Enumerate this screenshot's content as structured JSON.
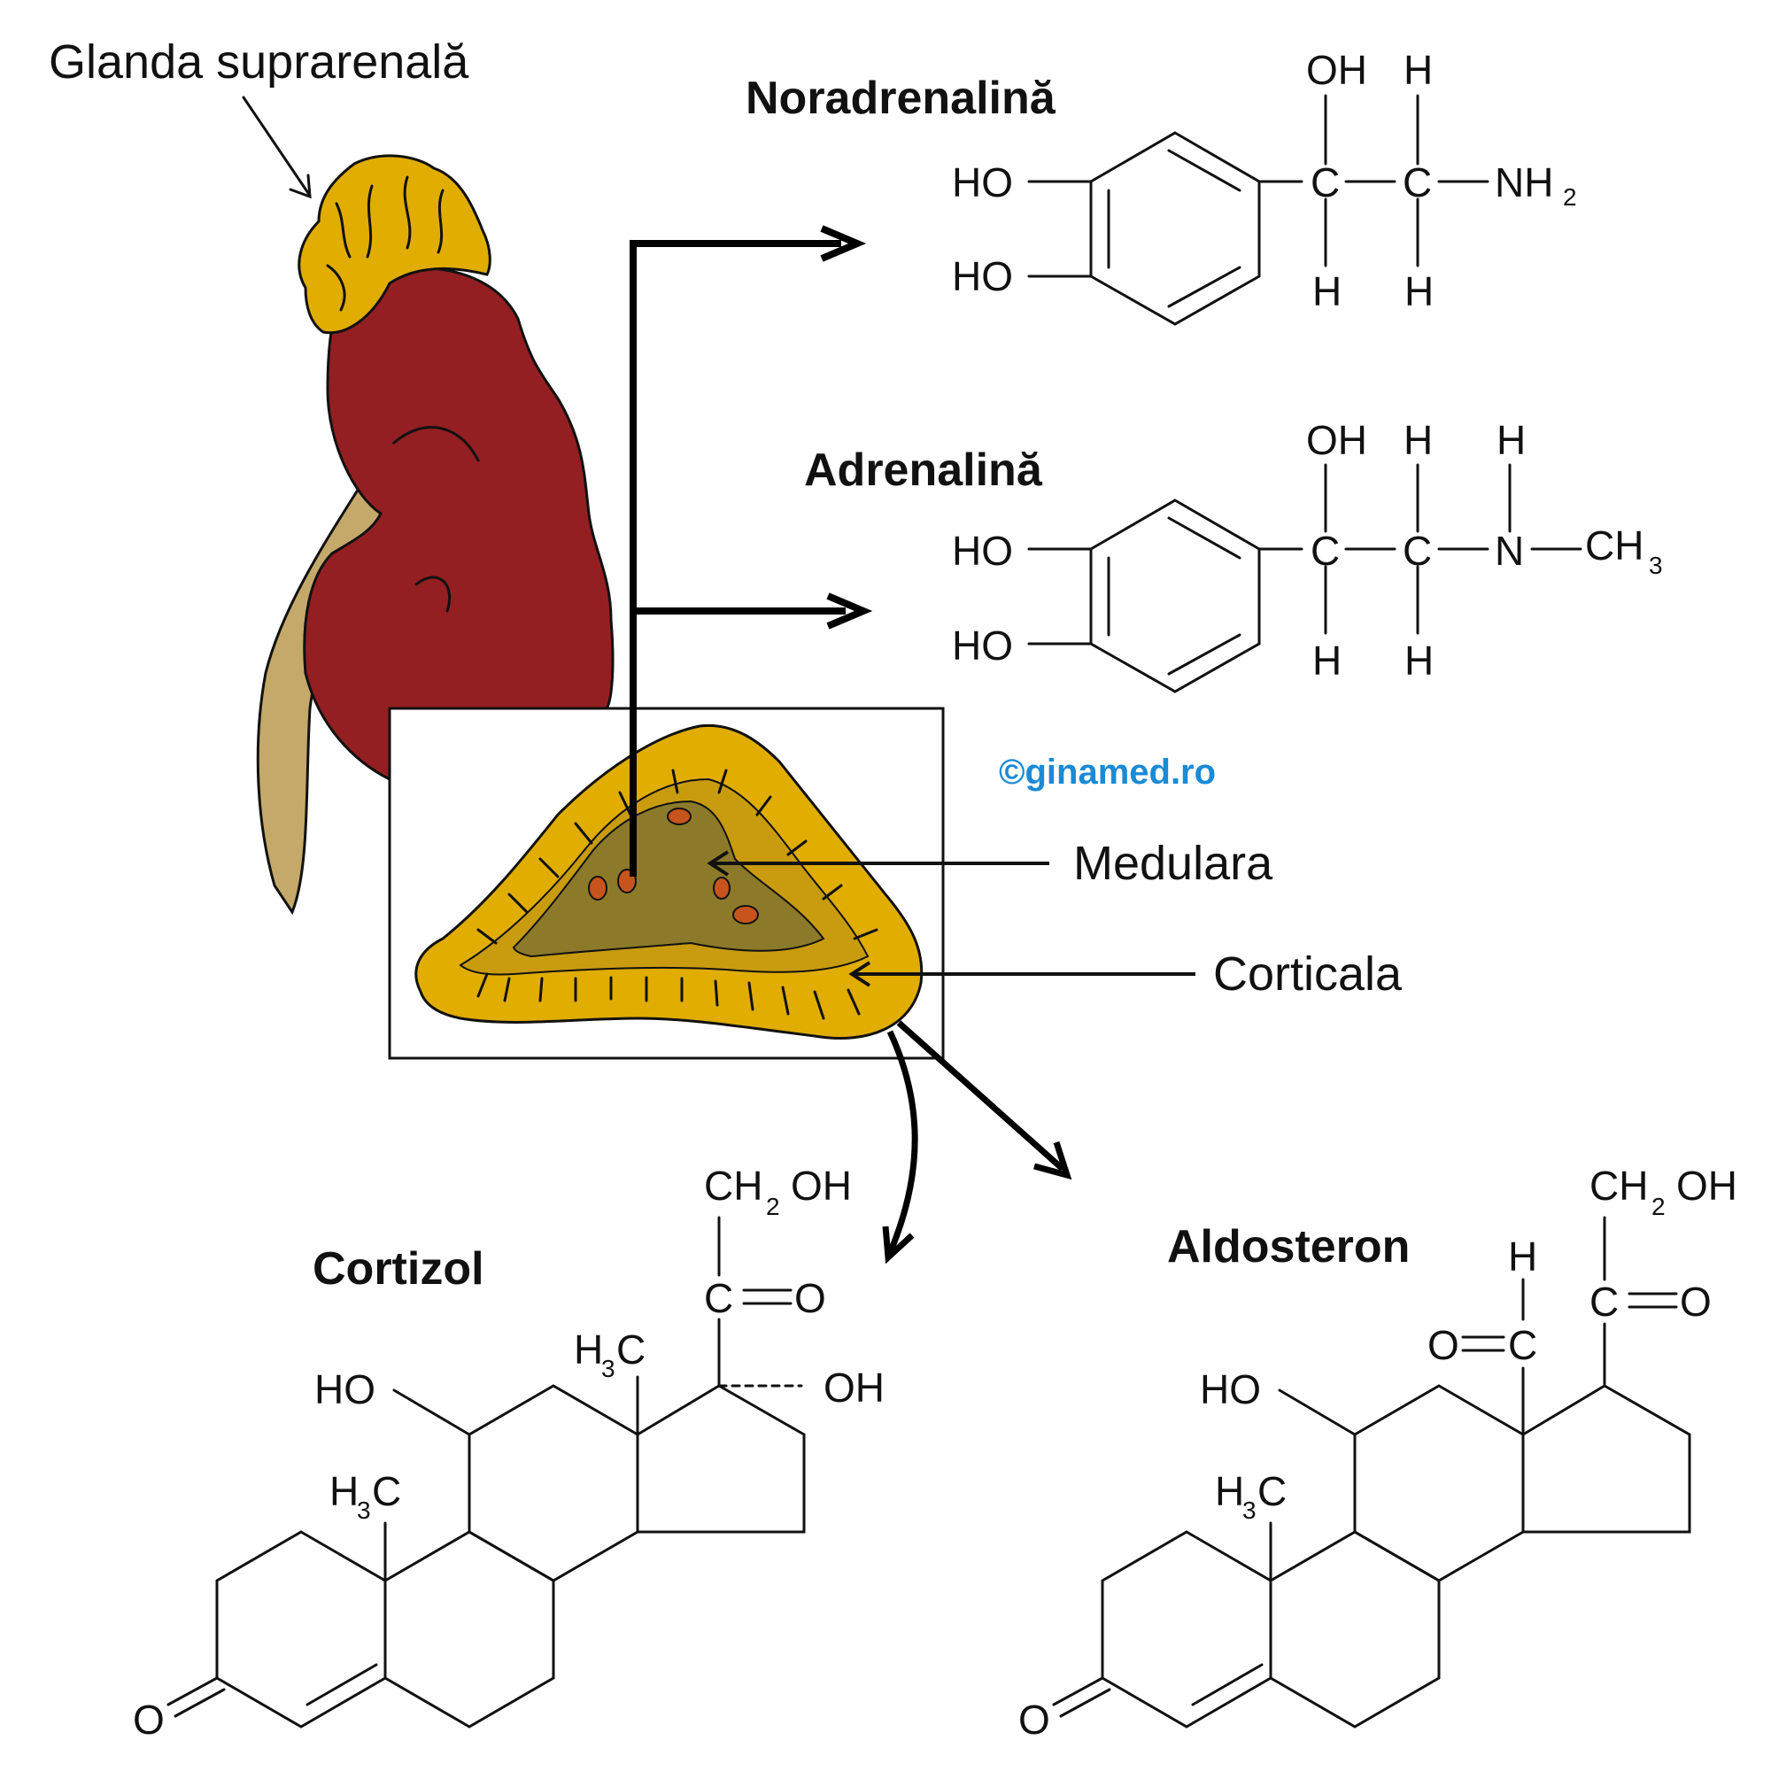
{
  "labels": {
    "gland": "Glanda suprarenală",
    "medulla": "Medulara",
    "cortex": "Corticala",
    "copyright": "©ginamed.ro"
  },
  "molecules": {
    "noradrenaline": "Noradrenalină",
    "adrenaline": "Adrenalină",
    "cortisol": "Cortizol",
    "aldosterone": "Aldosteron"
  },
  "atoms": {
    "OH": "OH",
    "HO": "HO",
    "H": "H",
    "C": "C",
    "N": "N",
    "O": "O",
    "NH": "NH",
    "CH": "CH",
    "H3C_H": "H",
    "H3C_C": "C",
    "sub2": "2",
    "sub3": "3"
  },
  "colors": {
    "kidney": "#931f22",
    "gland": "#e0ad00",
    "gland_dark": "#b89212",
    "medulla": "#8c7a2a",
    "ureter": "#c4a96a",
    "vessel": "#c7541d",
    "accent": "#1b8ad6"
  }
}
